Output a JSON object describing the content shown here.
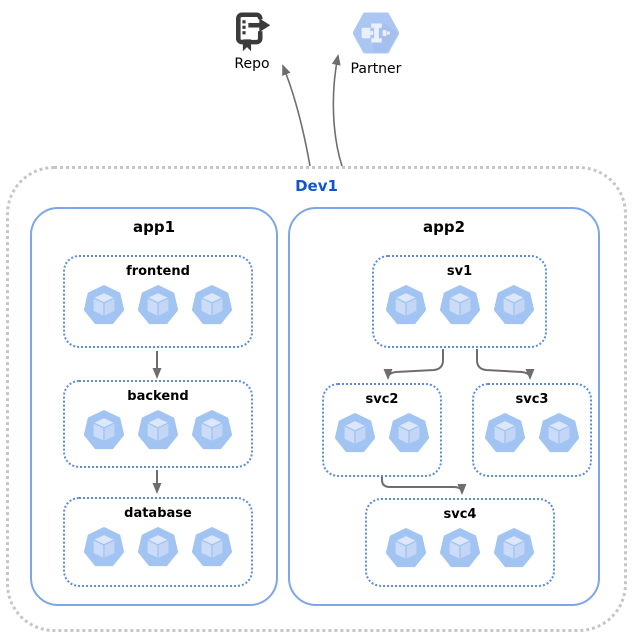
{
  "diagram": {
    "boundary_label": "Dev1",
    "external_nodes": {
      "repo": {
        "label": "Repo",
        "icon": "source-repo-icon"
      },
      "partner": {
        "label": "Partner",
        "icon": "partner-hexagon-icon"
      }
    },
    "apps": [
      {
        "label": "app1",
        "services": [
          {
            "label": "frontend",
            "pods": 3
          },
          {
            "label": "backend",
            "pods": 3
          },
          {
            "label": "database",
            "pods": 3
          }
        ]
      },
      {
        "label": "app2",
        "services": [
          {
            "label": "sv1",
            "pods": 3
          },
          {
            "label": "svc2",
            "pods": 2
          },
          {
            "label": "svc3",
            "pods": 2
          },
          {
            "label": "svc4",
            "pods": 3
          }
        ]
      }
    ],
    "edges": [
      {
        "from": "frontend",
        "to": "backend"
      },
      {
        "from": "backend",
        "to": "database"
      },
      {
        "from": "sv1",
        "to": "svc2"
      },
      {
        "from": "sv1",
        "to": "svc3"
      },
      {
        "from": "svc2",
        "to": "svc4"
      },
      {
        "from": "Dev1",
        "to": "Repo"
      },
      {
        "from": "Dev1",
        "to": "Partner"
      }
    ]
  },
  "colors": {
    "boundary_border": "#c6c6c6",
    "app_border": "#7da6e8",
    "service_border": "#5b8ddb",
    "pod_fill": "#a2c4f2",
    "pod_cube_top": "#dce7fb",
    "pod_cube_left": "#ccdcf8",
    "pod_cube_right": "#c3d6f6",
    "arrow": "#6e6e6e",
    "dev_label": "#1155cc",
    "label": "#000000",
    "repo_icon": "#3b3b3b",
    "partner_hex": "#abc6f2",
    "partner_hex_shade": "#9db9ea",
    "partner_glyph": "#eaf0fc",
    "background": "#ffffff"
  }
}
